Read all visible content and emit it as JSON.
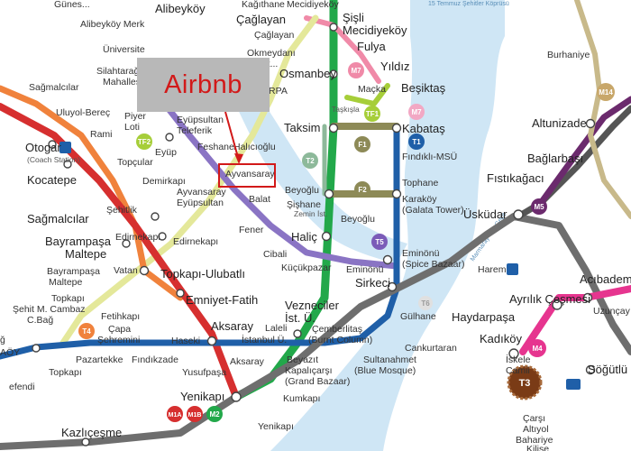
{
  "colors": {
    "water": "#cfe6f5",
    "red_line": "#d62f2f",
    "blue_line": "#1f5fa8",
    "green_line": "#22a84a",
    "light_green_line": "#a6ce39",
    "orange_line": "#f0823c",
    "purple_line": "#7b5bb8",
    "olive_line": "#d9d88a",
    "gray_line": "#6e6e6e",
    "dark_gray_line": "#555555",
    "pink_line": "#e6358f",
    "brown_line": "#7a3b16",
    "callout_gray": "#b8b8b8",
    "callout_red": "#d21919"
  },
  "callout": {
    "label": "Airbnb",
    "highlighted_station": "Ayvansaray"
  },
  "water_labels": {
    "bridge": "15 Temmuz Şehitler Köprüsü",
    "tunnel": "Marmaray Tüp Geçit"
  },
  "badges": {
    "M7": "M7",
    "M7b": "M7",
    "TF1": "TF1",
    "TF2": "TF2",
    "F1": "F1",
    "F2": "F2",
    "T1": "T1",
    "T2": "T2",
    "T4": "T4",
    "T5": "T5",
    "T6": "T6",
    "M5": "M5",
    "M14": "M14",
    "M4": "M4",
    "T3": "T3",
    "M1A": "M1A",
    "M1B": "M1B",
    "M2": "M2"
  },
  "stations": {
    "kagithane": "Kağıthane",
    "mecidiyekoy_top": "Mecidiyeköy",
    "alibeykoy": "Alibeyköy",
    "caglayan1": "Çağlayan",
    "caglayan2": "Çağlayan",
    "sisli": "Şişli",
    "mecidiyekoy": "Mecidiyeköy",
    "fulya": "Fulya",
    "alibeykoy_merk": "Alibeyköy Merk",
    "universite": "Üniversite",
    "okmeydani1": "Okmeydanı",
    "okmeydani2": "Hast...",
    "silahtaraga": "Silahtarağa",
    "mahalles": "Mahalles",
    "osmanbey": "Osmanbey",
    "yildiz": "Yıldız",
    "perpa": "PERPA",
    "sagmalcilar_top": "Sağmalcılar",
    "macka": "Maçka",
    "besiktas": "Beşiktaş",
    "burhaniye": "Burhaniye",
    "ulu_bereç": "Uluyol-Bereç",
    "piyer": "Piyer",
    "loti": "Loti",
    "eyupsultan": "Eyüpsultan",
    "teleferik": "Teleferik",
    "taskisla": "Taşkışla",
    "rami": "Rami",
    "eyup": "Eyüp",
    "feshane": "Feshane",
    "halicioglu": "Halıcıoğlu",
    "taksim": "Taksim",
    "kabatas": "Kabataş",
    "fundikli": "Fındıklı-MSÜ",
    "altunizade": "Altunizade",
    "otogar": "Otogar",
    "coach_station": "(Coach Station)",
    "topcular": "Topçular",
    "kocatepe": "Kocatepe",
    "demirkapi": "Demirkapı",
    "ayvansaray": "Ayvansaray",
    "bağlarbası": "Bağlarbaşı",
    "beyoglu_sishane": "Beyoğlu",
    "sishane": "Şişhane",
    "zemin": "Zemin İst.",
    "tophane": "Tophane",
    "karakoy": "Karaköy",
    "galata_tower": "(Galata Tower)",
    "fistikagaci": "Fıstıkağacı",
    "ayvansaray2": "Ayvansaray",
    "eyupsultan2": "Eyüpsultan",
    "balat": "Balat",
    "sehitlik": "Şehitlik",
    "sagmalcilar": "Sağmalcılar",
    "beyoglu": "Beyoğlu",
    "uskudar": "Üsküdar",
    "edirnekapi1": "Edirnekapı",
    "edirnekapi2": "Edirnekapı",
    "fener": "Fener",
    "halic": "Haliç",
    "eminonu": "Eminönü",
    "spice_bazaar": "(Spice Bazaar)",
    "bayrampasa": "Bayrampaşa",
    "maltepe": "Maltepe",
    "cibali": "Cibali",
    "kucukpazar": "Küçükpazar",
    "eminonu2": "Eminönü",
    "harem": "Harem",
    "vatan": "Vatan",
    "topkapi_ulubatli": "Topkapı-Ulubatlı",
    "sirkeci": "Sirkeci",
    "bayrampasa2": "Bayrampaşa",
    "maltepe2": "Maltepe",
    "acibadem": "Acıbadem",
    "ayrilik": "Ayrılık Çeşmesi",
    "emniyet": "Emniyet-Fatih",
    "topkapi": "Topkapı",
    "sehit_m": "Şehit M. Cambaz",
    "vezneciler": "Vezneciler",
    "ist_u": "İst. Ü.",
    "gulhane": "Gülhane",
    "haydarpasa": "Haydarpaşa",
    "uzuncay": "Uzunçay",
    "cbag": "C.Bağ",
    "fetihkapi": "Fetihkapı",
    "capa": "Çapa",
    "sehremini": "Şehremini",
    "aksaray": "Aksaray",
    "laleli": "Laleli",
    "istanbul_u": "İstanbul Ü.",
    "cemberlitas": "Çemberlitaş",
    "burnt_column": "(Burnt Column)",
    "kadikoy": "Kadıköy",
    "iskele": "İskele",
    "camii": "Camii",
    "haseki": "Haseki",
    "pazartekke": "Pazartekke",
    "findikzade": "Fındıkzade",
    "cankurtaran": "Cankurtaran",
    "bag_left": "ğ",
    "aoy": "AÖY",
    "topkapi2": "Topkapı",
    "yusufpasa": "Yusufpaşa",
    "aksaray2": "Aksaray",
    "beyazit": "Beyazıt",
    "kapalicarsi": "Kapalıçarşı",
    "grand_bazaar": "(Grand Bazaar)",
    "sultanahmet": "Sultanahmet",
    "blue_mosque": "(Blue Mosque)",
    "sogutlu": "Söğütlü",
    "efendi": "efendi",
    "yenikapi": "Yenikapı",
    "kumkapi": "Kumkapı",
    "yenikapi2": "Yenikapı",
    "kazlicesme": "Kazlıçeşme",
    "carsi": "Çarşı",
    "altiyol": "Altıyol",
    "bahariye": "Bahariye",
    "kilise": "Kilise",
    "gunesli": "Günes..."
  }
}
